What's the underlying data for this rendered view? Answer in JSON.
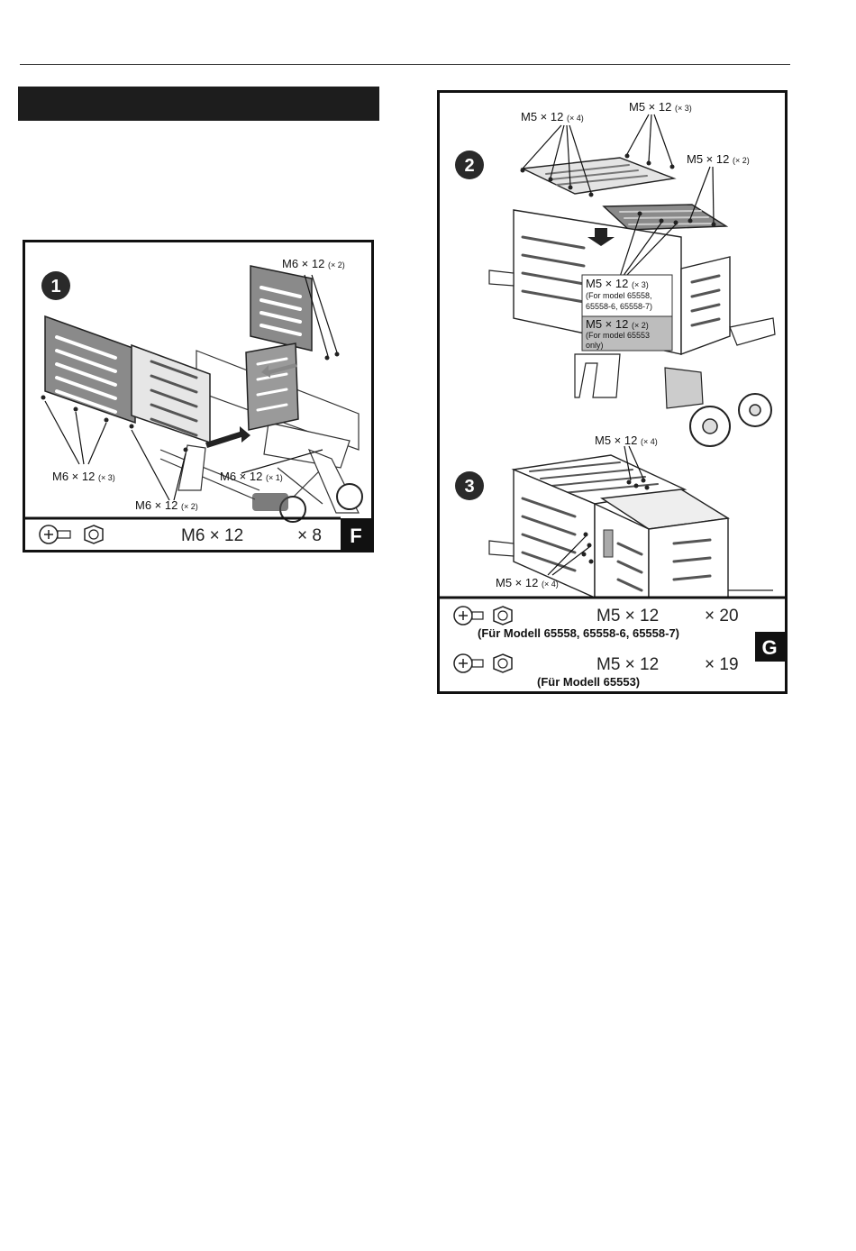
{
  "panel_f": {
    "step": "1",
    "labels": {
      "top_right": {
        "main": "M6 × 12",
        "qty": "(× 2)"
      },
      "left": {
        "main": "M6 × 12",
        "qty": "(× 3)"
      },
      "bottom": {
        "main": "M6 × 12",
        "qty": "(× 2)"
      },
      "right": {
        "main": "M6 × 12",
        "qty": "(× 1)"
      }
    },
    "hardware": {
      "size": "M6 × 12",
      "count": "× 8",
      "badge": "F"
    }
  },
  "panel_g": {
    "step2": "2",
    "step3": "3",
    "labels": {
      "top_left": {
        "main": "M5 × 12",
        "qty": "(× 4)"
      },
      "top_mid": {
        "main": "M5 × 12",
        "qty": "(× 3)"
      },
      "top_right": {
        "main": "M5 × 12",
        "qty": "(× 2)"
      },
      "box1": {
        "main": "M5 × 12",
        "qty": "(× 3)",
        "line1": "(For model 65558,",
        "line2": "65558-6, 65558-7)"
      },
      "box2": {
        "main": "M5 × 12",
        "qty": "(× 2)",
        "line1": "(For model 65553",
        "line2": "only)"
      },
      "step3_top": {
        "main": "M5 × 12",
        "qty": "(× 4)"
      },
      "step3_bottom": {
        "main": "M5 × 12",
        "qty": "(× 4)"
      }
    },
    "hardware": {
      "row1": {
        "size": "M5 × 12",
        "count": "× 20",
        "note": "(Für Modell 65558, 65558-6, 65558-7)"
      },
      "row2": {
        "size": "M5 × 12",
        "count": "× 19",
        "note": "(Für Modell 65553)"
      },
      "badge": "G"
    }
  }
}
